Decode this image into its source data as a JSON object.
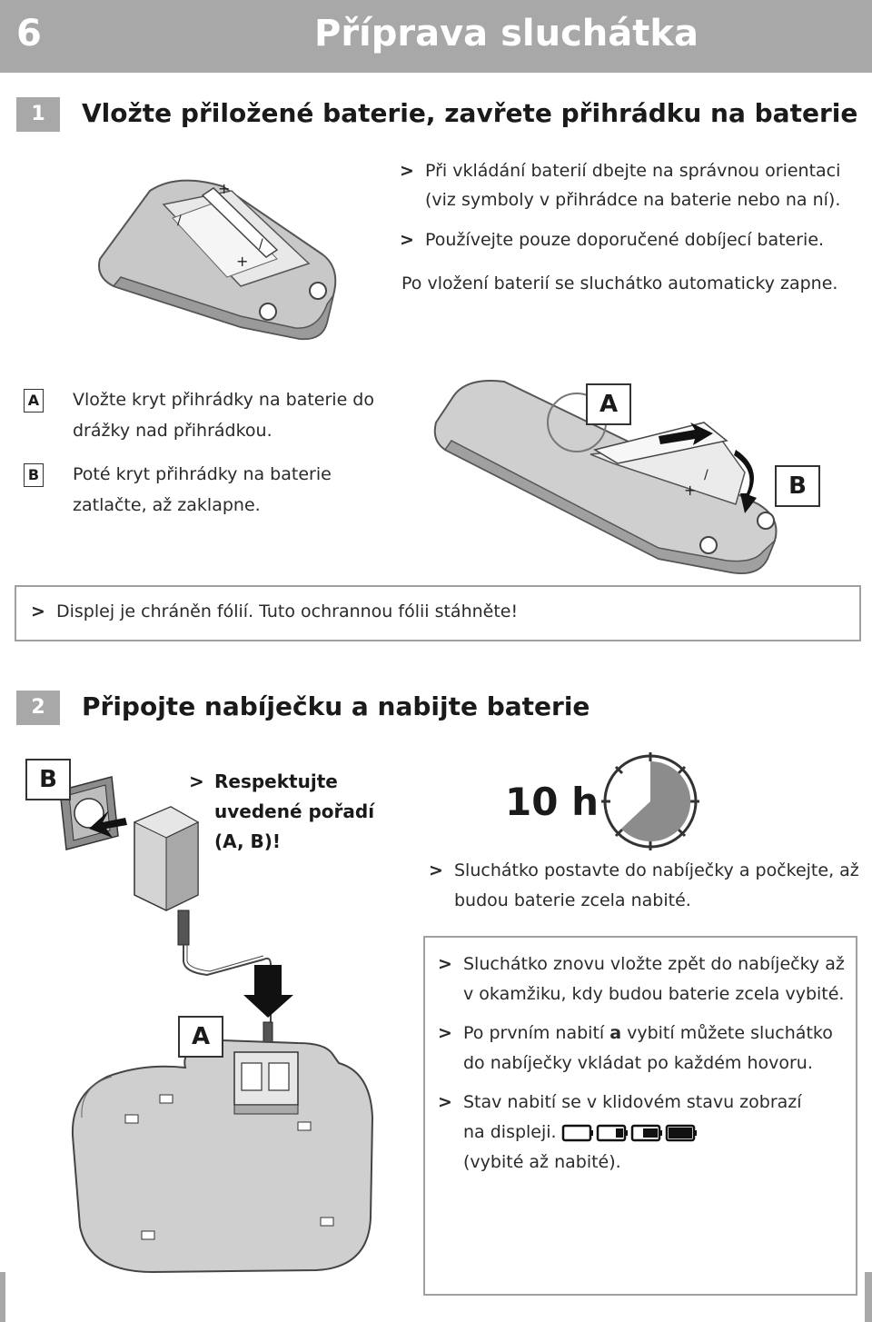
{
  "header": {
    "page_number": "6",
    "title": "Příprava sluchátka"
  },
  "step1": {
    "number": "1",
    "title": "Vložte přiložené baterie, zavřete přihrádku na baterie",
    "bullets": [
      "Při vkládání baterií dbejte na správnou orientaci",
      "(viz symboly v přihrádce na baterie nebo na ní).",
      "Používejte pouze doporučené dobíjecí baterie."
    ],
    "note": "Po vložení baterií se sluchátko automaticky zapne.",
    "a_label": "A",
    "a_text_1": "Vložte kryt přihrádky na baterie do",
    "a_text_2": "drážky nad přihrádkou.",
    "b_label": "B",
    "b_text_1": "Poté kryt přihrádky na baterie",
    "b_text_2": "zatlačte, až zaklapne.",
    "illus_a": "A",
    "illus_b": "B",
    "foil_note": "Displej je chráněn fólií. Tuto ochrannou fólii stáhněte!"
  },
  "step2": {
    "number": "2",
    "title": "Připojte nabíječku a nabijte baterie",
    "b_label": "B",
    "a_label": "A",
    "order_1": "Respektujte",
    "order_2": "uvedené pořadí",
    "order_3": "(A, B)!",
    "charge_time": "10 h",
    "wait_1": "Sluchátko postavte do nabíječky a počkejte, až",
    "wait_2": "budou baterie zcela nabité.",
    "box_1a": "Sluchátko znovu vložte zpět do nabíječky až",
    "box_1b": "v okamžiku, kdy budou baterie zcela vybité.",
    "box_2a_pre": "Po prvním nabití ",
    "box_2a_bold": "a",
    "box_2a_post": " vybití můžete sluchátko",
    "box_2b": "do nabíječky vkládat po každém hovoru.",
    "box_3a": "Stav nabití se v klidovém stavu zobrazí",
    "box_3b": "na displeji.",
    "box_3c": "(vybité až nabité).",
    "bullet_symbol": ">"
  }
}
